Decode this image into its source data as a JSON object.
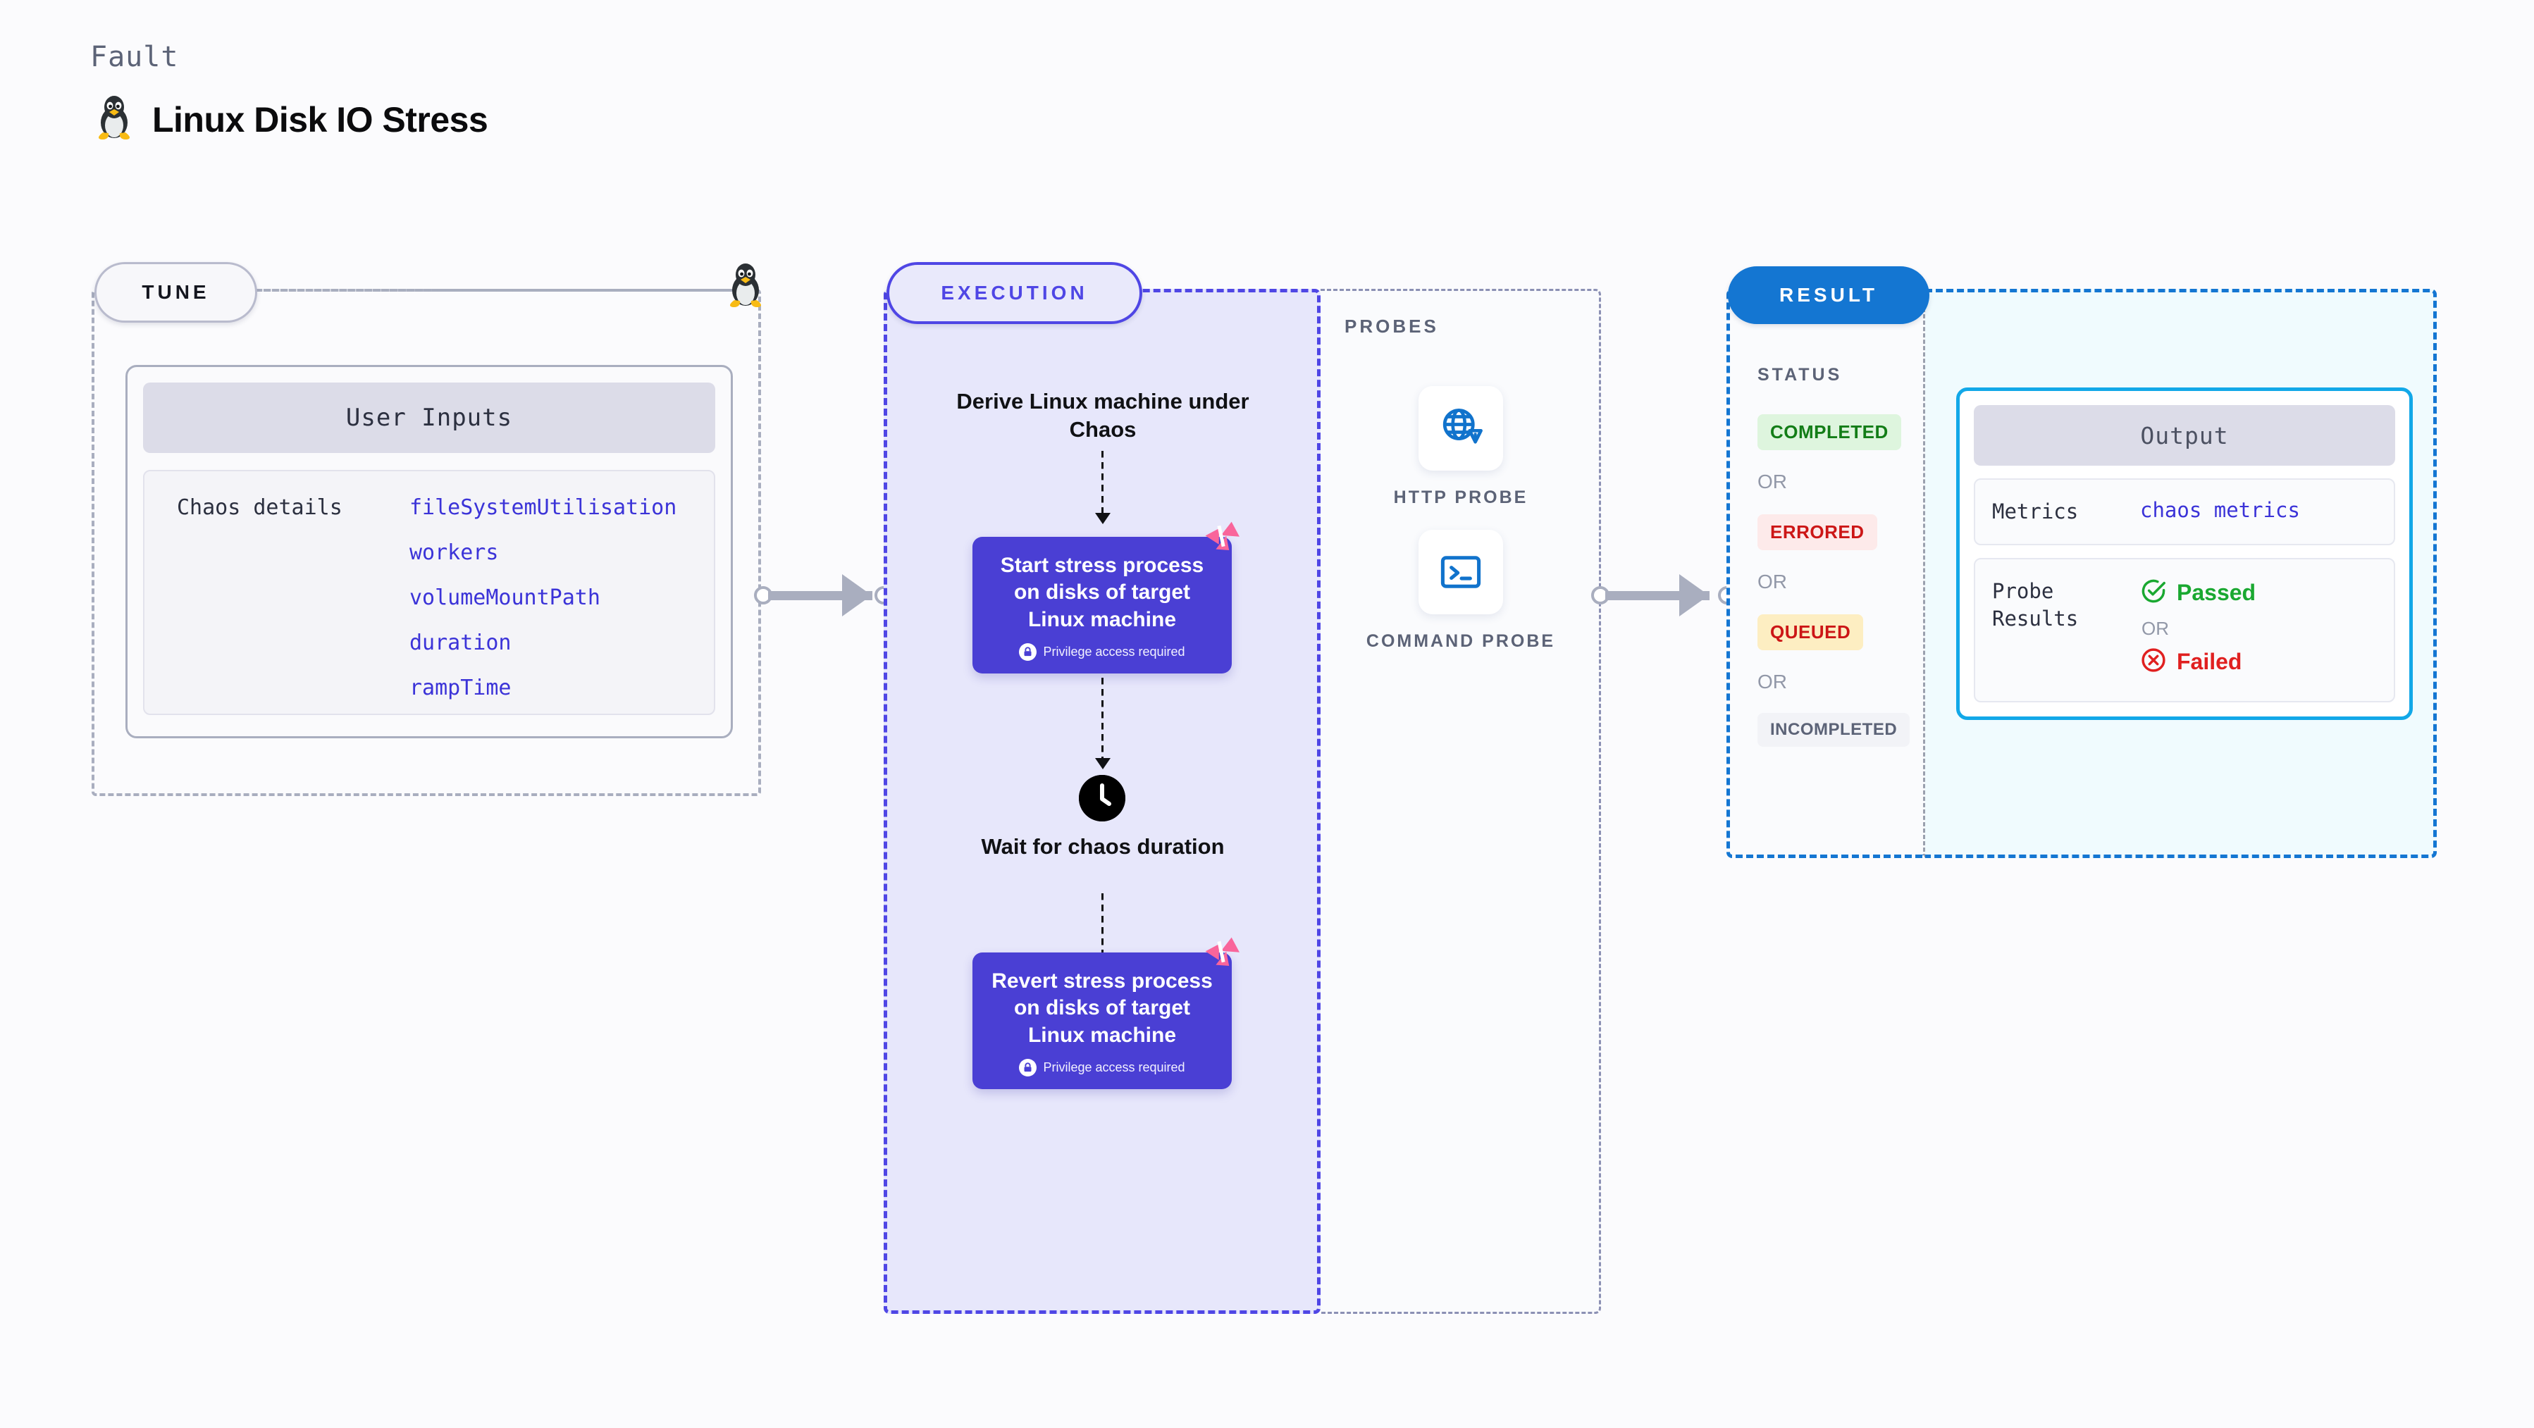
{
  "header": {
    "kicker": "Fault",
    "title": "Linux Disk IO Stress",
    "icon": "linux-penguin-icon"
  },
  "tune": {
    "badge": "TUNE",
    "card_title": "User Inputs",
    "details_label": "Chaos details",
    "params": [
      "fileSystemUtilisation",
      "workers",
      "volumeMountPath",
      "duration",
      "rampTime"
    ]
  },
  "execution": {
    "badge": "EXECUTION",
    "derive_step": "Derive Linux machine under Chaos",
    "start_card": {
      "title": "Start stress process on disks of target Linux machine",
      "privilege": "Privilege access required",
      "privilege_icon": "lock-icon",
      "corner_icon": "chaos-badge-icon"
    },
    "wait_step": {
      "label": "Wait for chaos duration",
      "icon": "clock-icon"
    },
    "revert_card": {
      "title": "Revert stress process on disks of target Linux machine",
      "privilege": "Privilege access required",
      "privilege_icon": "lock-icon",
      "corner_icon": "chaos-badge-icon"
    }
  },
  "probes": {
    "label": "PROBES",
    "items": [
      {
        "label": "HTTP PROBE",
        "icon": "globe-warning-icon"
      },
      {
        "label": "COMMAND PROBE",
        "icon": "terminal-icon"
      }
    ]
  },
  "result": {
    "badge": "RESULT",
    "status_label": "STATUS",
    "or_text": "OR",
    "statuses": [
      {
        "label": "COMPLETED",
        "bg": "#def5de",
        "fg": "#137d17"
      },
      {
        "label": "ERRORED",
        "bg": "#fdeaea",
        "fg": "#cc1616"
      },
      {
        "label": "QUEUED",
        "bg": "#fdeec2",
        "fg": "#cc1616"
      },
      {
        "label": "INCOMPLETED",
        "bg": "#f2f3f7",
        "fg": "#5c6377"
      }
    ],
    "output": {
      "title": "Output",
      "metrics_label": "Metrics",
      "metrics_value": "chaos metrics",
      "probe_results_label": "Probe Results",
      "passed": "Passed",
      "failed": "Failed",
      "or_text": "OR",
      "passed_icon": "check-circle-icon",
      "failed_icon": "x-circle-icon"
    }
  },
  "colors": {
    "accent_execution": "#4f46e5",
    "accent_result": "#1476d2",
    "accent_output": "#12a8e8",
    "chaos_pink": "#f9659b",
    "param_blue": "#3b33d8"
  }
}
